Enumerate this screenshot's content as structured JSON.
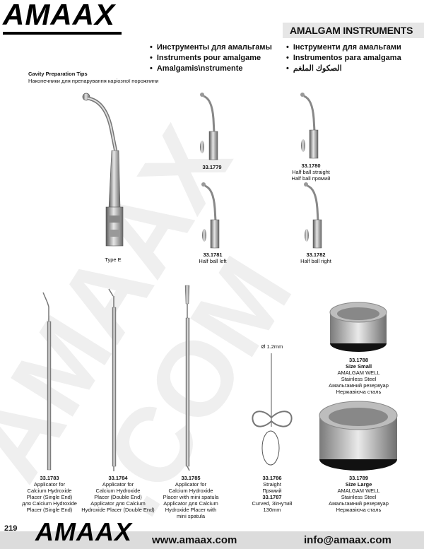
{
  "header": {
    "brand_logo": "AMAAX",
    "title": "AMALGAM INSTRUMENTS"
  },
  "languages": {
    "left": [
      "Инструменты для амальгамы",
      "Instruments pour amalgame",
      "Amalgamis\\nstrumente"
    ],
    "right": [
      "Інструменти для амальгами",
      "Instrumentos para amalgama",
      "الصكوك الملغم"
    ]
  },
  "section": {
    "title": "Cavity Preparation Tips",
    "subtitle": "Наконечники для препарування каріозної порожнини"
  },
  "products": {
    "type_e": {
      "label": "Type E"
    },
    "p1779": {
      "code": "33.1779"
    },
    "p1780": {
      "code": "33.1780",
      "line1": "Half ball straight",
      "line2": "Half ball прямий"
    },
    "p1781": {
      "code": "33.1781",
      "line1": "Half ball left"
    },
    "p1782": {
      "code": "33.1782",
      "line1": "Half ball right"
    },
    "p1783": {
      "code": "33.1783",
      "lines": [
        "Applicator for",
        "Calcium Hydroxide",
        "Placer (Single End)",
        "для Calcium Hydroxide",
        "Placer (Single End)"
      ]
    },
    "p1784": {
      "code": "33.1784",
      "lines": [
        "Applicator for",
        "Calcium Hydroxide",
        "Placer (Double End)",
        "Applicator для Calcium",
        "Hydroxide Placer (Double End)"
      ]
    },
    "p1785": {
      "code": "33.1785",
      "lines": [
        "Applicator for",
        "Calcium Hydroxide",
        "Placer with mini spatula",
        "Applicator для Calcium",
        "Hydroxide Placer with",
        "mini spatula"
      ]
    },
    "p1786": {
      "code": "33.1786",
      "line1": "Straight",
      "line2": "Прямий",
      "code2": "33.1787",
      "line3": "Curved, Зігнутий",
      "line4": "130mm",
      "diameter": "Ø 1.2mm"
    },
    "p1788": {
      "code": "33.1788",
      "size": "Size Small",
      "lines": [
        "AMALGAM WELL",
        "Stainless Steel",
        "Амальгамний резервуар",
        "Нержавіюча сталь"
      ]
    },
    "p1789": {
      "code": "33.1789",
      "size": "Size Large",
      "lines": [
        "AMALGAM WELL",
        "Stainless Steel",
        "Амальгамний резервуар",
        "Нержавіюча сталь"
      ]
    }
  },
  "footer": {
    "page_number": "219",
    "brand_logo": "AMAAX",
    "website": "www.amaax.com",
    "email": "info@amaax.com"
  },
  "colors": {
    "text": "#111111",
    "bar": "#dcdcdc",
    "steel": "#9a9a9a"
  }
}
